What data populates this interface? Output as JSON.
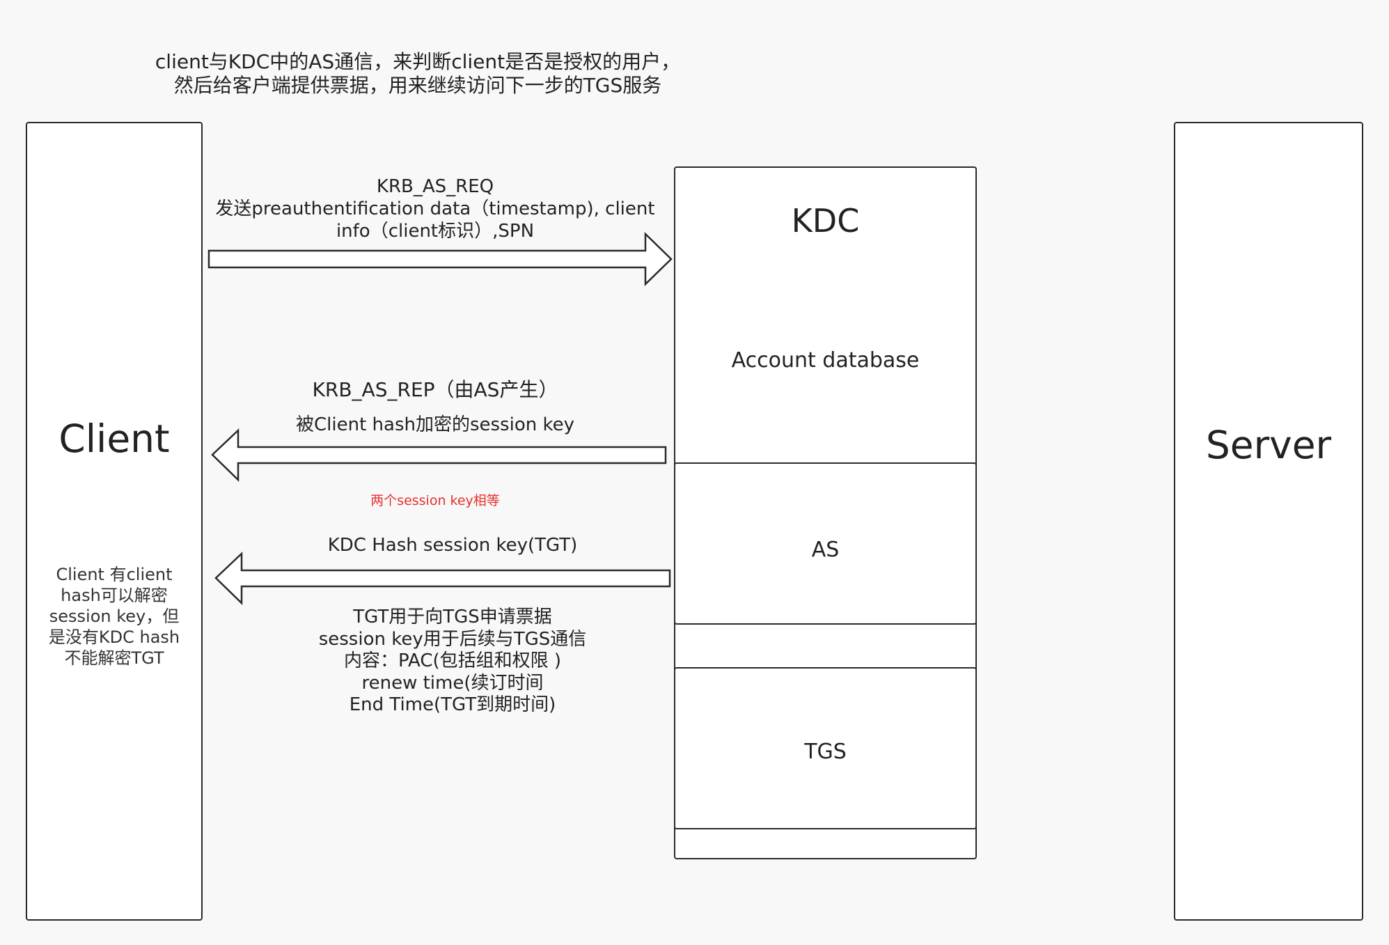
{
  "caption": {
    "line1": "client与KDC中的AS通信，来判断client是否是授权的用户，",
    "line2": "然后给客户端提供票据，用来继续访问下一步的TGS服务"
  },
  "client": {
    "title": "Client",
    "note": [
      "Client 有client",
      "hash可以解密",
      "session key，但",
      "是没有KDC hash",
      "不能解密TGT"
    ]
  },
  "server": {
    "title": "Server"
  },
  "kdc": {
    "title": "KDC",
    "account_db": "Account database",
    "as_label": "AS",
    "tgs_label": "TGS"
  },
  "req": {
    "name": "KRB_AS_REQ",
    "line2": "发送preauthentification data（timestamp), client",
    "line3": "info（client标识）,SPN"
  },
  "rep": {
    "name": "KRB_AS_REP（由AS产生）",
    "line2": "被Client hash加密的session key"
  },
  "equal_note": "两个session key相等",
  "tgt": {
    "label": "KDC Hash session key(TGT)",
    "details": [
      "TGT用于向TGS申请票据",
      "session key用于后续与TGS通信",
      "内容：PAC(包括组和权限 )",
      "renew time(续订时间",
      "End Time(TGT到期时间)"
    ]
  },
  "colors": {
    "stroke": "#2a2a2a",
    "note_red": "#e8302c",
    "background": "#f8f8f8"
  }
}
